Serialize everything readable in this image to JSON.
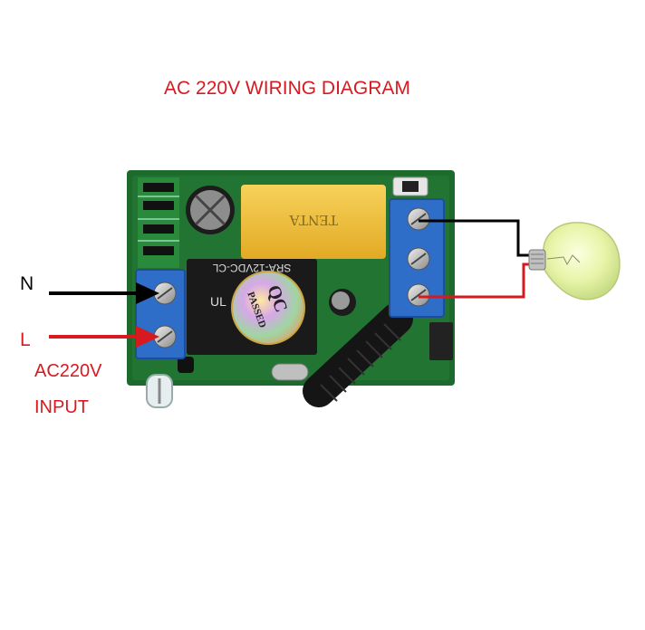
{
  "title": "AC 220V WIRING DIAGRAM",
  "labels": {
    "n": "N",
    "l": "L",
    "input_line1": "AC220V",
    "input_line2": "INPUT"
  },
  "board": {
    "capacitor_text": "TENTA",
    "relay_text": "SRA-12VDC-CL",
    "qc_line1": "QC",
    "qc_line2": "PASSED"
  },
  "colors": {
    "title": "#d71920",
    "l_label": "#d71920",
    "n_wire": "#000000",
    "l_wire": "#d71920",
    "pcb": "#1d6b2c",
    "terminal": "#2e6ec8",
    "capacitor": "#f2c23a",
    "relay": "#1a1a1a",
    "antenna": "#151515",
    "bulb": "#e8f4a8"
  }
}
